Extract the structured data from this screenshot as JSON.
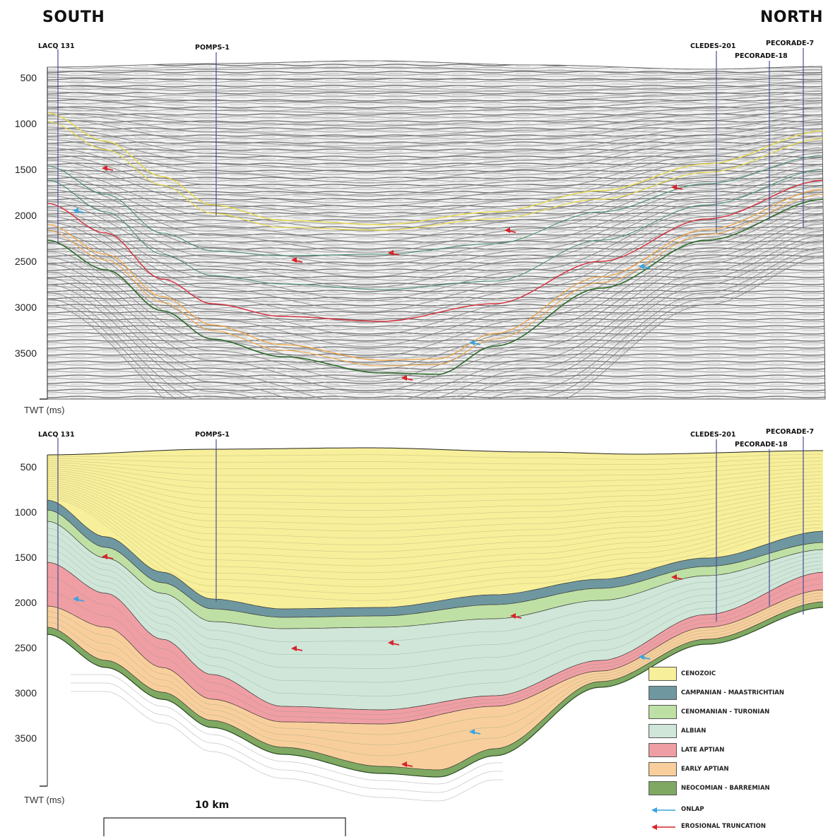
{
  "header": {
    "south": "SOUTH",
    "north": "NORTH"
  },
  "wells": {
    "laco": "LACQ 131",
    "pomps": "POMPS-1",
    "cledes": "CLEDES-201",
    "pec18": "PECORADE-18",
    "pec7": "PECORADE-7"
  },
  "axis": {
    "ticks": [
      "500",
      "1000",
      "1500",
      "2000",
      "2500",
      "3000",
      "3500"
    ],
    "label": "TWT (ms)"
  },
  "scale": {
    "label": "10 km"
  },
  "legend": {
    "items": [
      {
        "label": "CENOZOIC",
        "color": "#f7ef9a"
      },
      {
        "label": "CAMPANIAN - MAASTRICHTIAN",
        "color": "#6f97a0"
      },
      {
        "label": "CENOMANIAN - TURONIAN",
        "color": "#bfe0a4"
      },
      {
        "label": "ALBIAN",
        "color": "#cfe6d8"
      },
      {
        "label": "LATE APTIAN",
        "color": "#ef9ea4"
      },
      {
        "label": "EARLY APTIAN",
        "color": "#f8cf9c"
      },
      {
        "label": "NEOCOMIAN - BARREMIAN",
        "color": "#7fa963"
      }
    ],
    "onlap": {
      "label": "ONLAP",
      "color": "#39a4e0"
    },
    "truncation": {
      "label": "EROSIONAL TRUNCATION",
      "color": "#d8232a"
    }
  }
}
